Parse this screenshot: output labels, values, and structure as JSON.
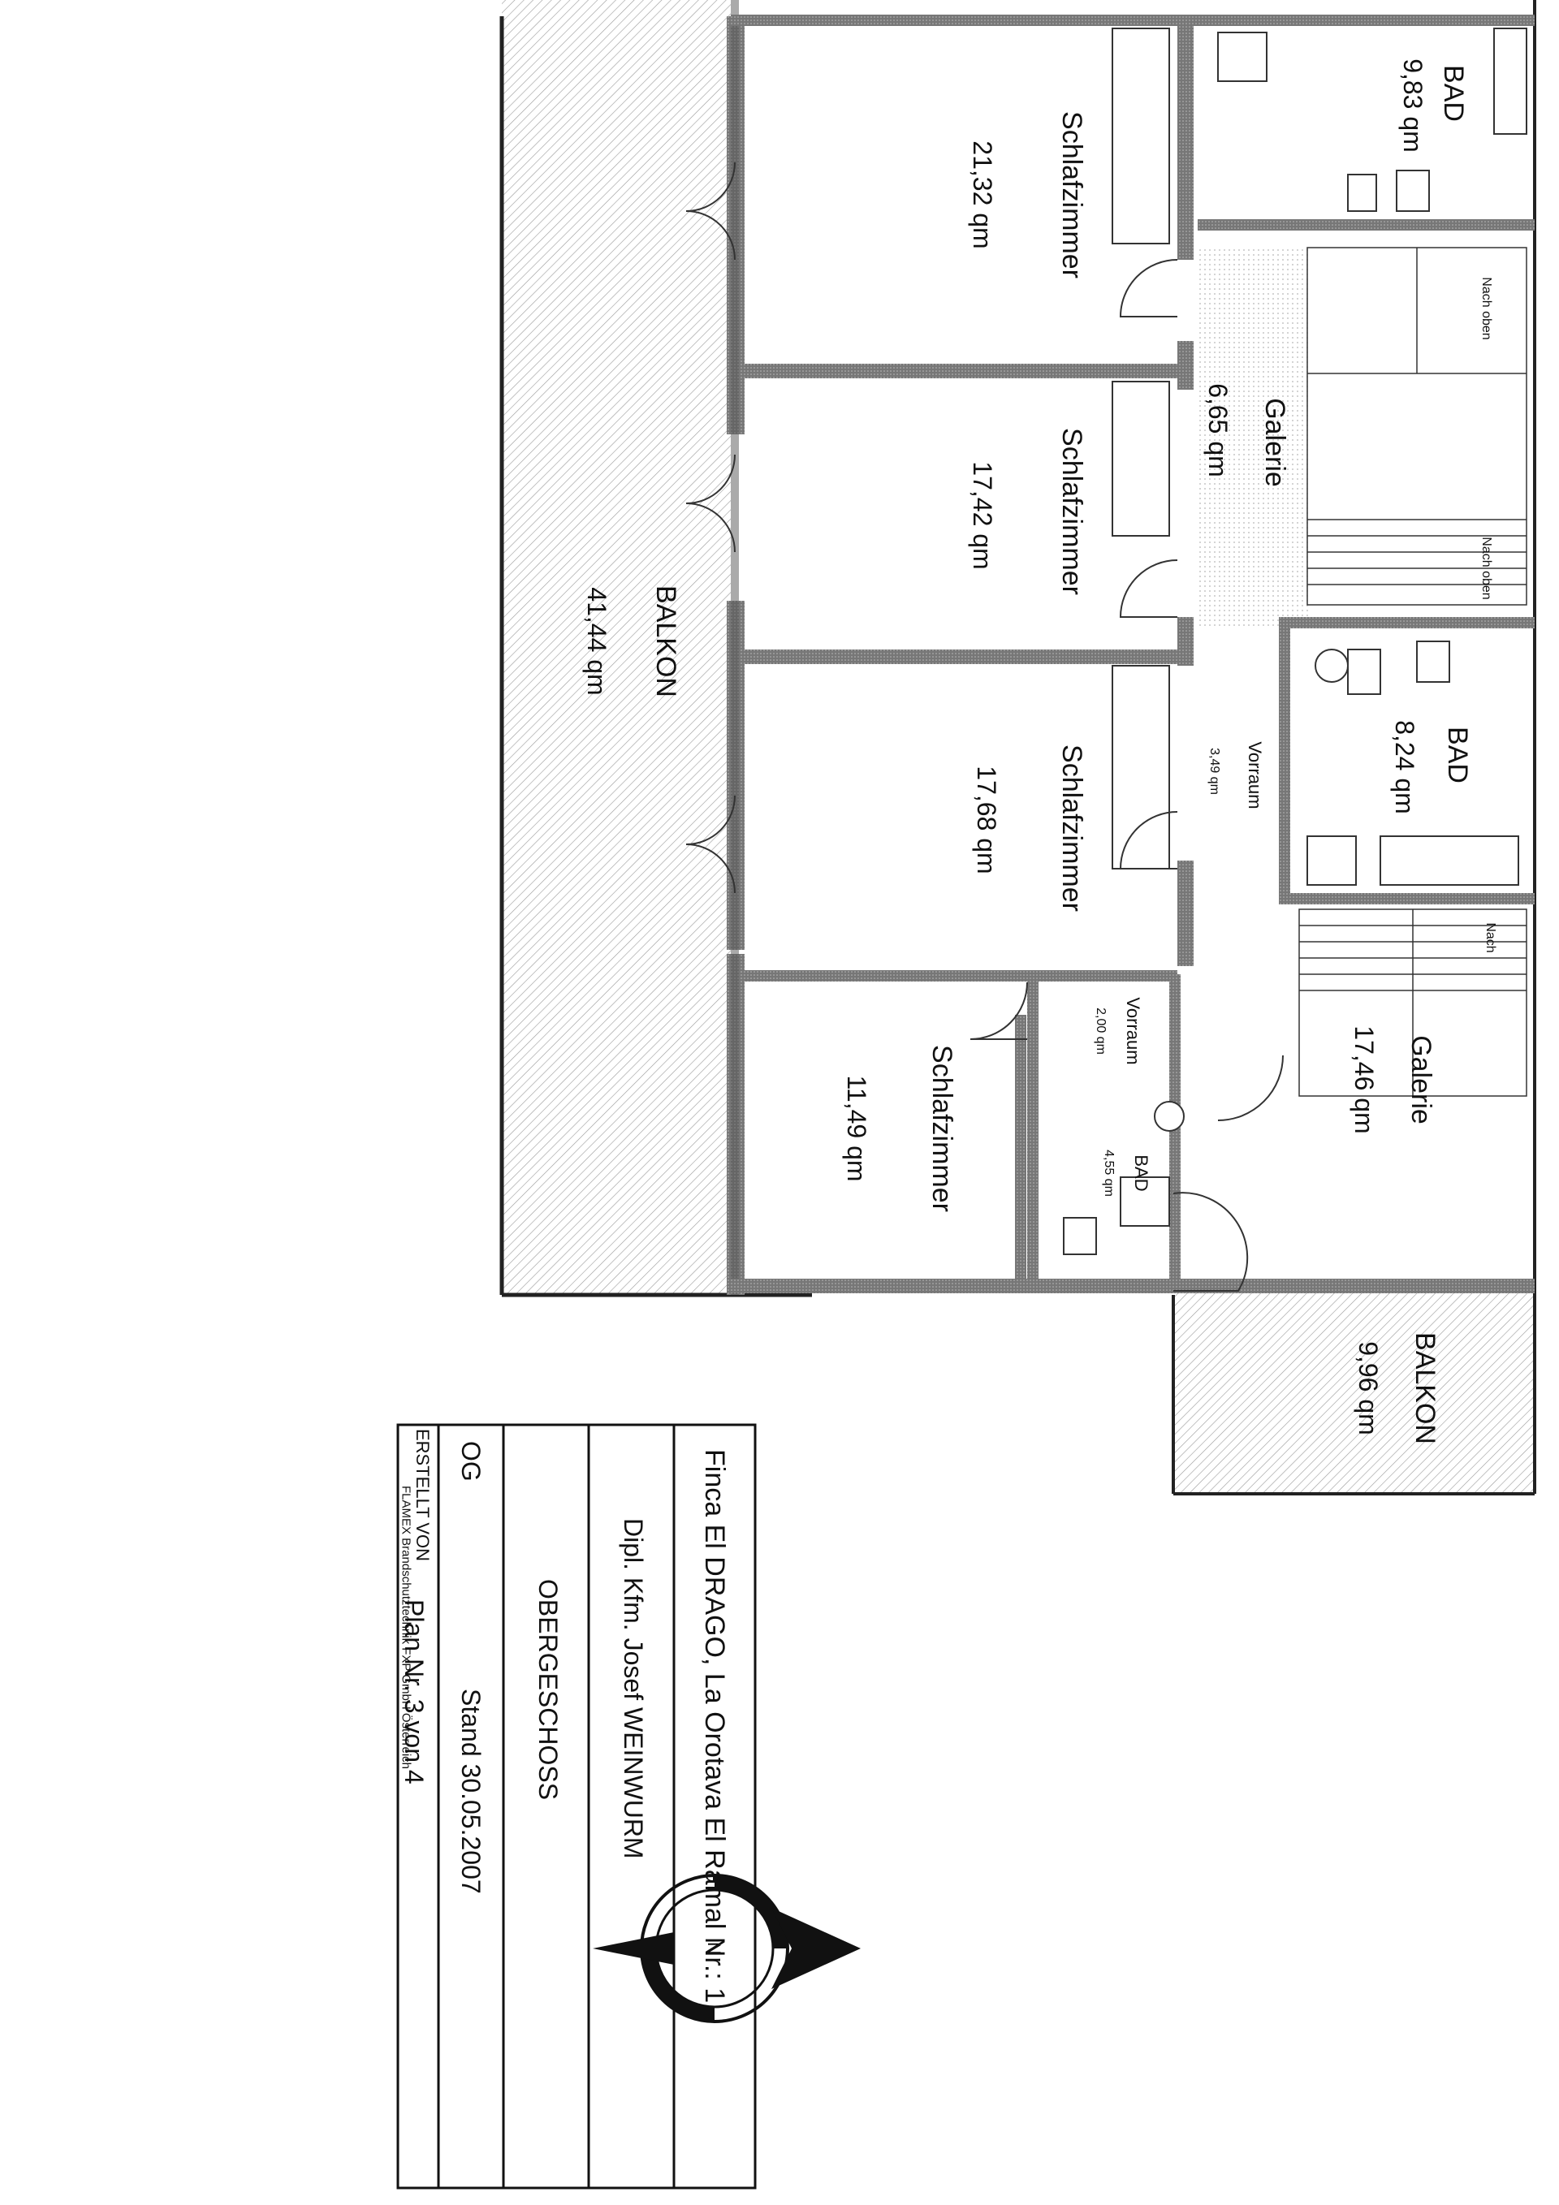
{
  "rooms": {
    "bad_top": {
      "name": "BAD",
      "area": "9,83 qm"
    },
    "schlaf_1": {
      "name": "Schlafzimmer",
      "area": "21,32 qm"
    },
    "galerie_top": {
      "name": "Galerie",
      "area": "6,65 qm"
    },
    "schlaf_2": {
      "name": "Schlafzimmer",
      "area": "17,42 qm"
    },
    "balkon_main": {
      "name": "BALKON",
      "area": "41,44 qm"
    },
    "bad_mid": {
      "name": "BAD",
      "area": "8,24 qm"
    },
    "vorraum_1": {
      "name": "Vorraum",
      "area": "3,49 qm"
    },
    "schlaf_3": {
      "name": "Schlafzimmer",
      "area": "17,68 qm"
    },
    "vorraum_2": {
      "name": "Vorraum",
      "area": "2,00 qm"
    },
    "schlaf_4": {
      "name": "Schlafzimmer",
      "area": "11,49 qm"
    },
    "bad_small": {
      "name": "BAD",
      "area": "4,55 qm"
    },
    "galerie_bottom": {
      "name": "Galerie",
      "area": "17,46 qm"
    },
    "balkon_small": {
      "name": "BALKON",
      "area": "9,96 qm"
    }
  },
  "stairs": {
    "upper_label_top": "Nach oben",
    "upper_label_mid": "Nach oben",
    "lower_label": "Nach"
  },
  "compass": {
    "north": "N"
  },
  "title_block": {
    "project": "Finca El DRAGO, La Orotava El Ramal Nr.: 1",
    "client": "Dipl. Kfm. Josef WEINWURM",
    "floor_name": "OBERGESCHOSS",
    "floor_code": "OG",
    "date": "Stand 30.05.2007",
    "plan_no": "Plan Nr. 3 von 4",
    "created_by_label": "ERSTELLT VON",
    "created_by": "FLAMEX Brandschutztechnik FXP GmbH Österreich"
  }
}
